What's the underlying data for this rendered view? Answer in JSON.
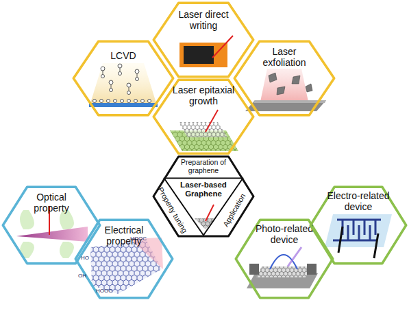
{
  "diagram": {
    "nodes": [
      {
        "text": [
          "Laser direct writing"
        ]
      },
      {
        "text": [
          "LCVD"
        ]
      },
      {
        "text": [
          "Laser exfoliation"
        ]
      },
      {
        "text": [
          "Laser epitaxial growth"
        ]
      },
      {
        "text": [
          "Preparation of graphene",
          "Property tuning",
          "Application"
        ]
      },
      {
        "text": [
          "Laser-based Graphene"
        ],
        "in": 4
      },
      {
        "text": [
          "Optical property"
        ]
      },
      {
        "text": [
          "Electrical property"
        ]
      },
      {
        "text": [
          "Photo-related device"
        ]
      },
      {
        "text": [
          "Electro-related device"
        ]
      }
    ],
    "labels": [
      "HOOC",
      "HO",
      "OH",
      "HOOC"
    ]
  }
}
